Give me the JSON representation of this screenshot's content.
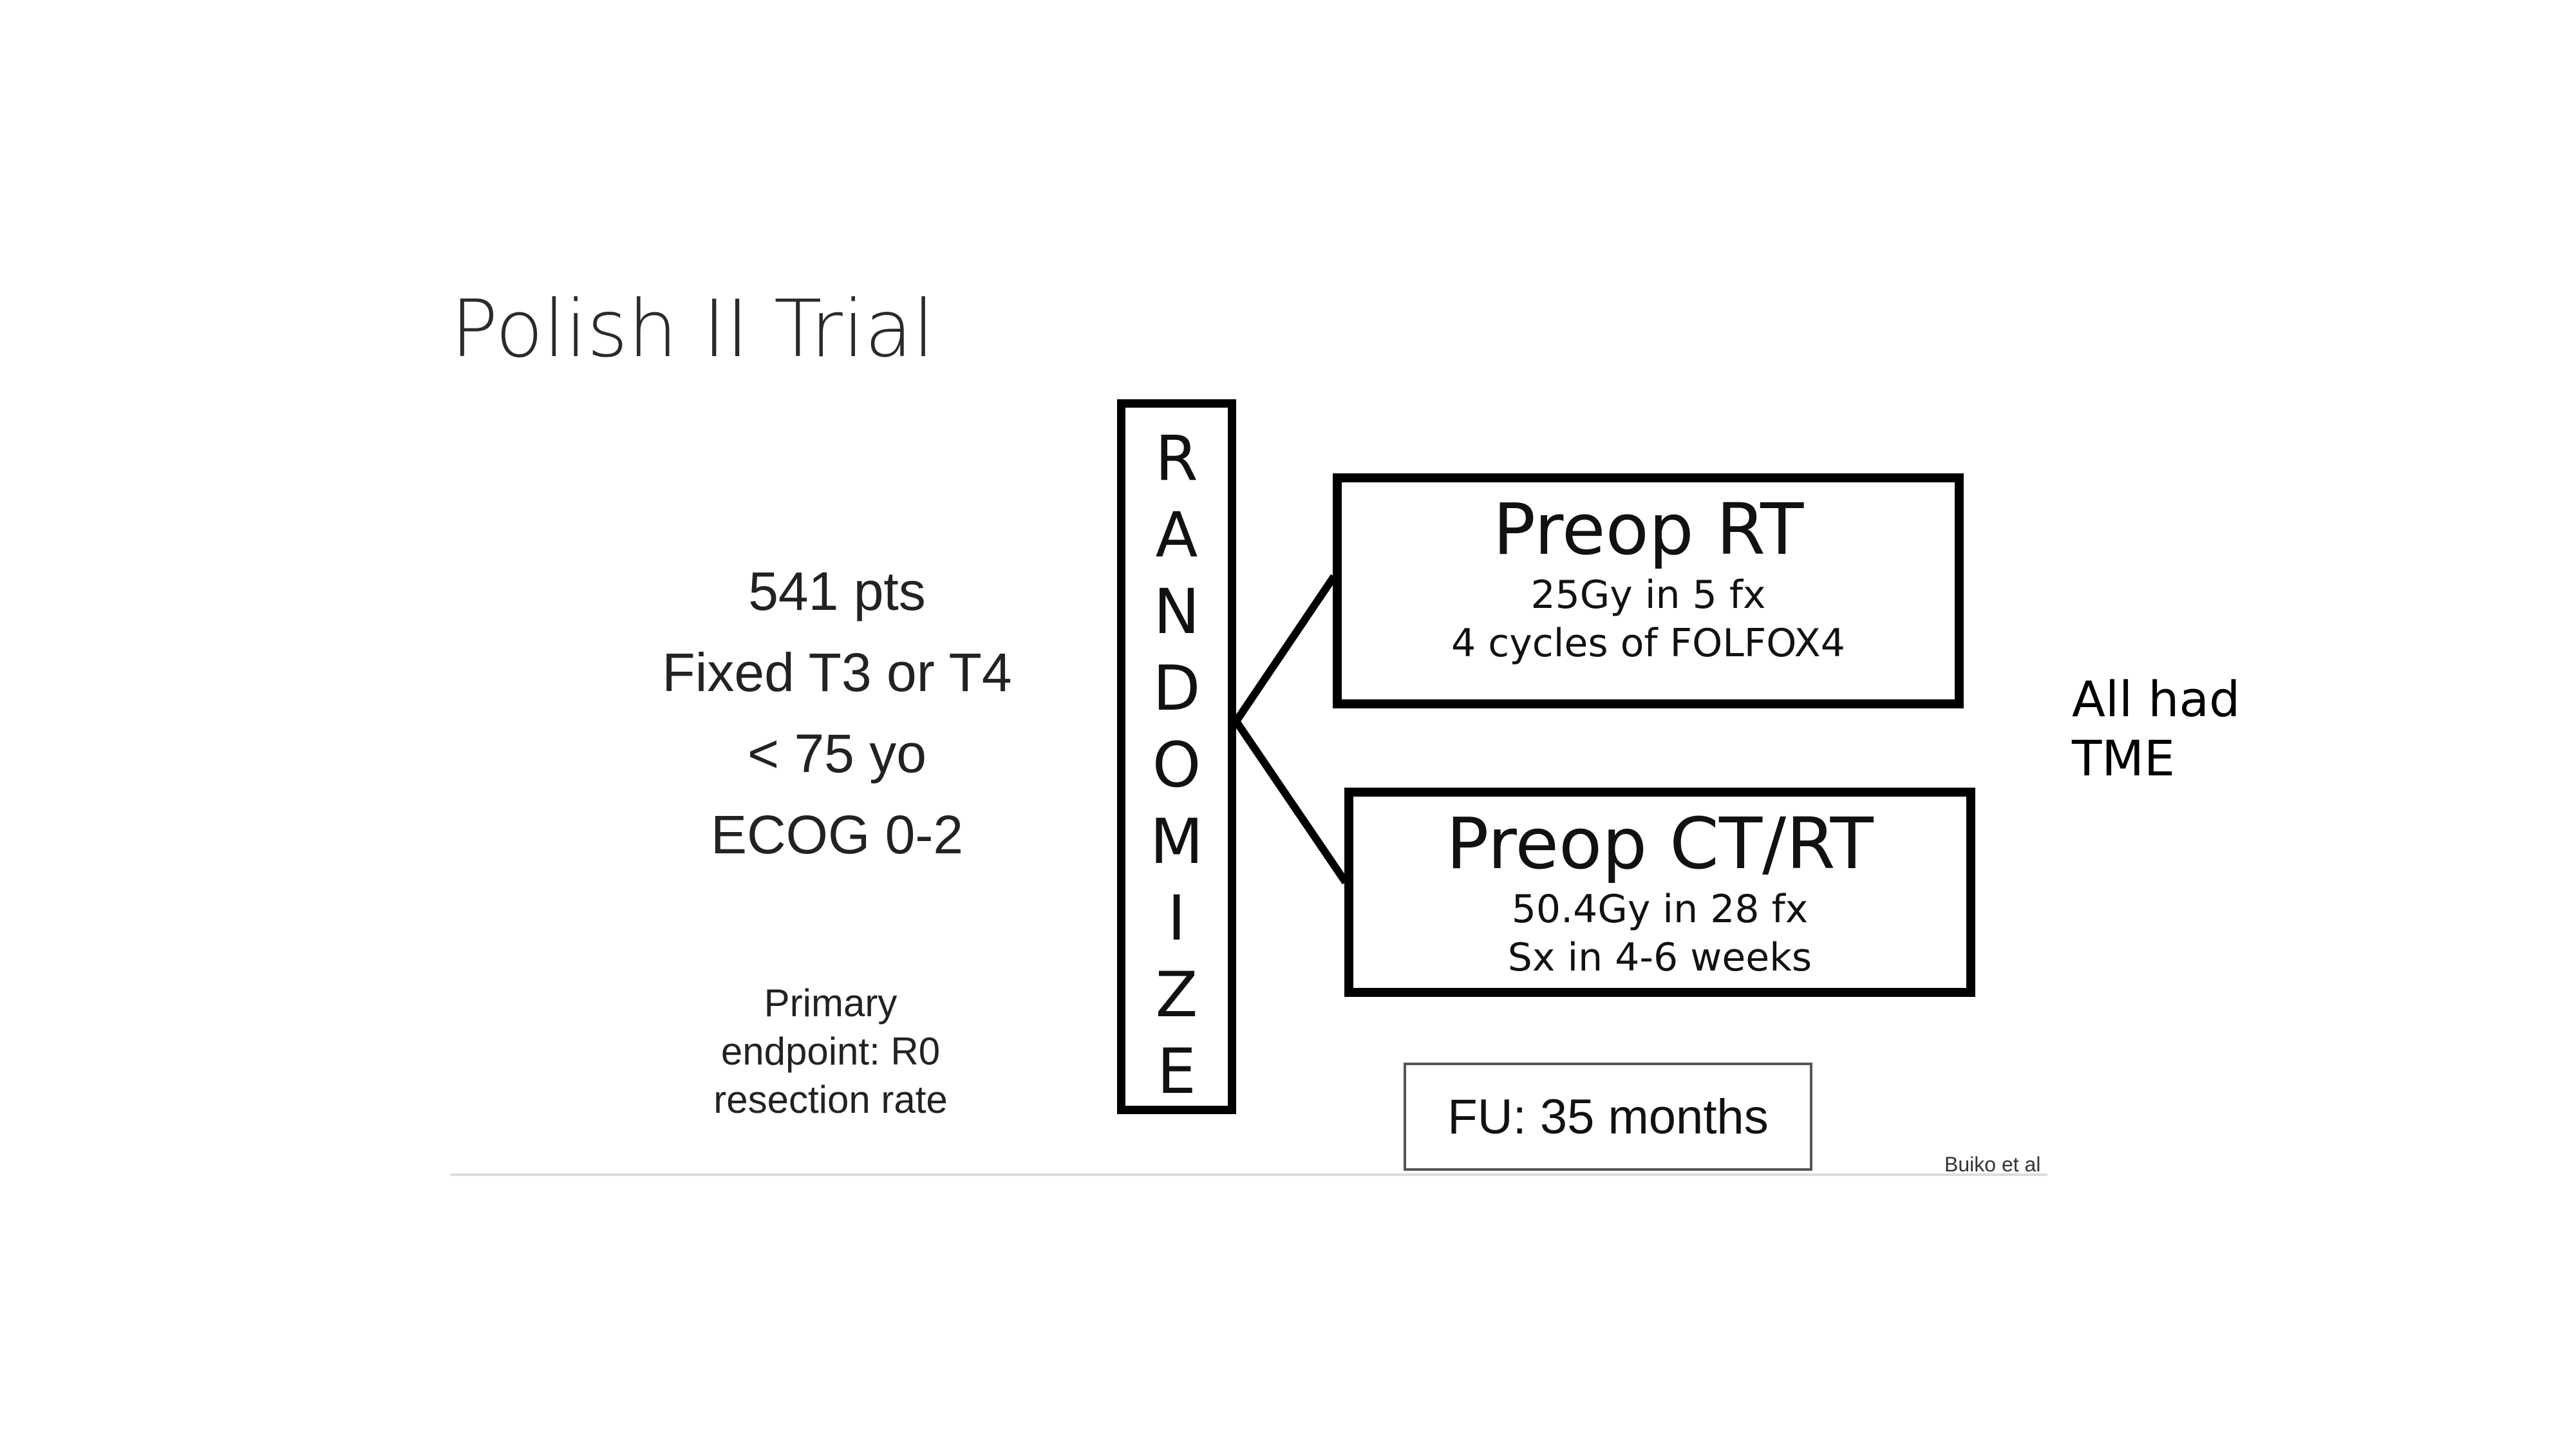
{
  "title": "Polish II Trial",
  "criteria": [
    "541 pts",
    "Fixed T3 or T4",
    "< 75 yo",
    "ECOG 0-2"
  ],
  "endpoint": [
    "Primary",
    "endpoint: R0",
    "resection rate"
  ],
  "randomize_letters": [
    "R",
    "A",
    "N",
    "D",
    "O",
    "M",
    "I",
    "Z",
    "E"
  ],
  "arms": [
    {
      "heading": "Preop RT",
      "details": [
        "25Gy in 5 fx",
        "4 cycles of FOLFOX4"
      ]
    },
    {
      "heading": "Preop CT/RT",
      "details": [
        "50.4Gy in 28 fx",
        "Sx in 4-6 weeks"
      ]
    }
  ],
  "followup": "FU: 35 months",
  "citation": "Buiko et al",
  "note": [
    "All had",
    "TME"
  ]
}
